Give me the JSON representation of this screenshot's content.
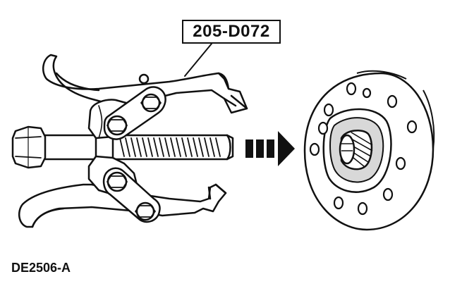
{
  "figure": {
    "tool_number": "205-D072",
    "figure_id": "DE2506-A",
    "arrow_direction": "right",
    "colors": {
      "ink": "#111111",
      "paper": "#ffffff",
      "shade": "#d8d8d8"
    }
  }
}
